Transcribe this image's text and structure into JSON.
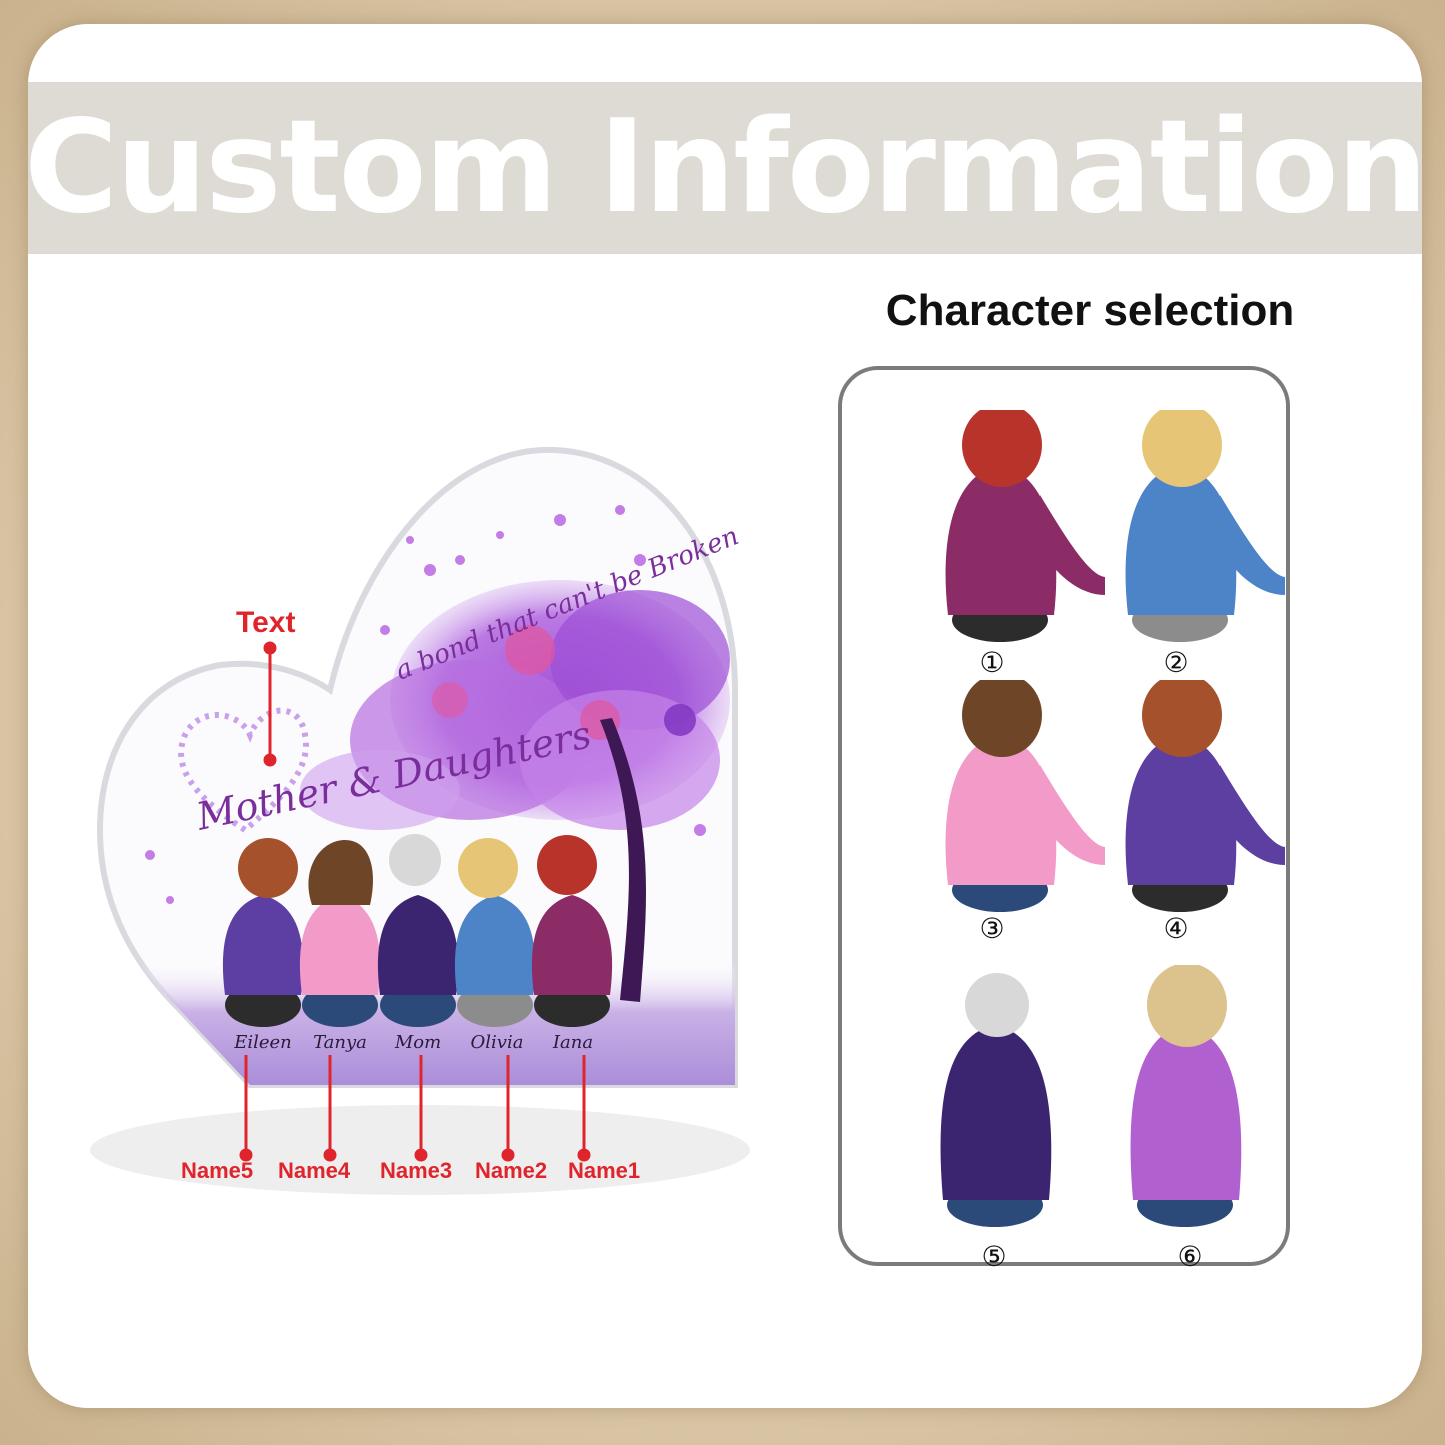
{
  "banner": {
    "title": "Custom Information"
  },
  "product": {
    "phrase_line1": "Mother & Daughters",
    "phrase_line2": "a bond that can't be Broken",
    "figure_names": [
      "Eileen",
      "Tanya",
      "Mom",
      "Olivia",
      "Iana"
    ]
  },
  "callouts": {
    "text_label": "Text",
    "name_labels": [
      "Name5",
      "Name4",
      "Name3",
      "Name2",
      "Name1"
    ]
  },
  "selection": {
    "title": "Character selection",
    "characters": [
      {
        "number": "①",
        "hair": "#b8342b",
        "sweater": "#8b2c66"
      },
      {
        "number": "②",
        "hair": "#e6c676",
        "sweater": "#4d84c8"
      },
      {
        "number": "③",
        "hair": "#6f4527",
        "sweater": "#f29ac8"
      },
      {
        "number": "④",
        "hair": "#a4512c",
        "sweater": "#5c3fa0"
      },
      {
        "number": "⑤",
        "hair": "#d8d8d8",
        "sweater": "#3b2570"
      },
      {
        "number": "⑥",
        "hair": "#dcc28c",
        "sweater": "#b160cf"
      }
    ]
  },
  "colors": {
    "accent_red": "#e0242c",
    "purple": "#7a2e9c"
  }
}
